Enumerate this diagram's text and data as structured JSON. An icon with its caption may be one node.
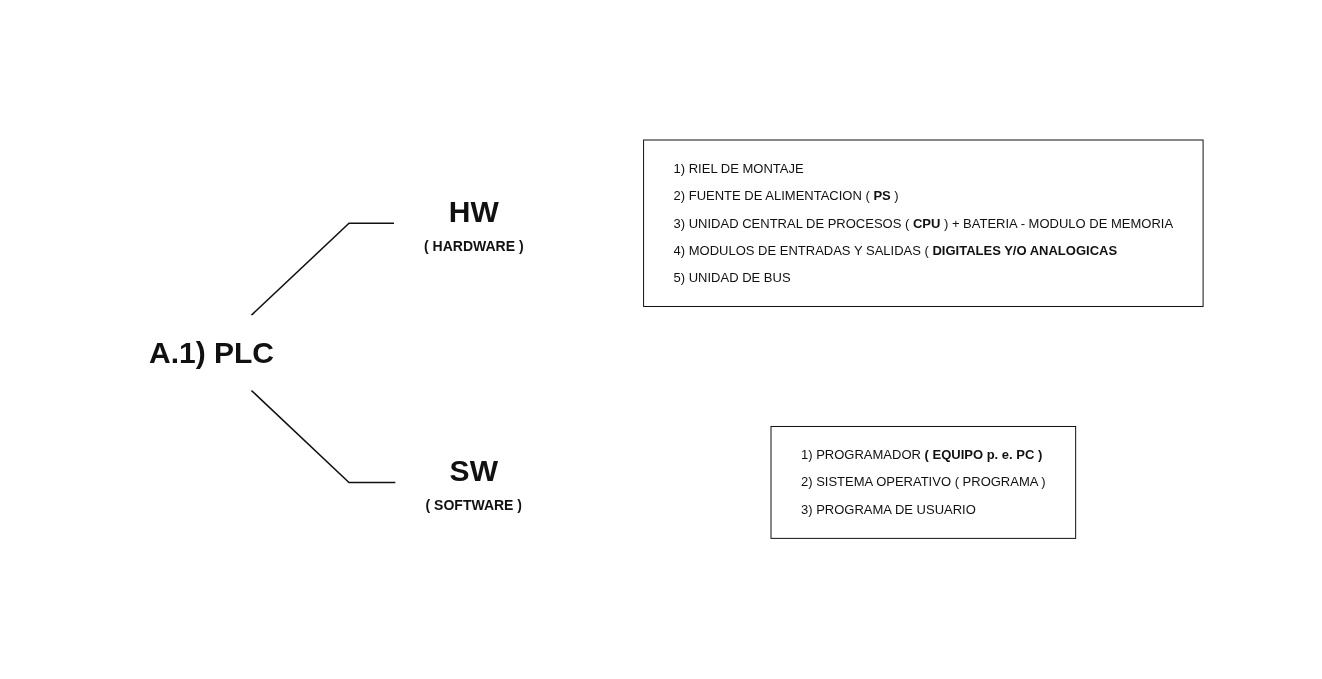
{
  "diagram": {
    "nodes": [
      {
        "text": [
          "A.1) PLC"
        ]
      },
      {
        "text": [
          "HW",
          "( HARDWARE )"
        ],
        "beside": [
          "1) RIEL DE MONTAJE",
          "2) FUENTE DE ALIMENTACION ( **PS** )",
          "3) UNIDAD CENTRAL DE PROCESOS ( **CPU** ) + BATERIA - MODULO DE MEMORIA",
          "4) MODULOS DE ENTRADAS Y SALIDAS ( **DIGITALES Y/O ANALOGICAS**",
          "5) UNIDAD DE BUS"
        ]
      },
      {
        "text": [
          "SW",
          "( SOFTWARE )"
        ],
        "beside": [
          "1) PROGRAMADOR **( EQUIPO p. e. PC )**",
          "2) SISTEMA OPERATIVO ( PROGRAMA )",
          "3) PROGRAMA DE USUARIO"
        ]
      }
    ],
    "edges": [
      {
        "from": 0,
        "to": 1,
        "arrow": "none"
      },
      {
        "from": 0,
        "to": 2,
        "arrow": "none"
      }
    ]
  }
}
